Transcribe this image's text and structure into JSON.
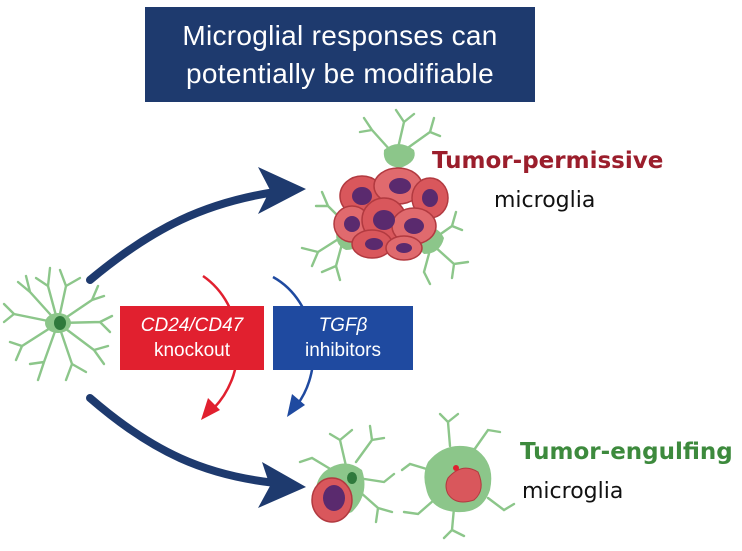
{
  "title": {
    "line1": "Microglial responses can",
    "line2": "potentially be modifiable"
  },
  "outcomes": {
    "permissive": {
      "heading": "Tumor-permissive",
      "sub": "microglia"
    },
    "engulfing": {
      "heading": "Tumor-engulfing",
      "sub": "microglia"
    }
  },
  "interventions": {
    "red": {
      "line1": "CD24/CD47",
      "line2": "knockout"
    },
    "blue": {
      "line1": "TGFβ",
      "line2": "inhibitors"
    }
  },
  "colors": {
    "navy": "#1e3a6e",
    "red": "#e1202f",
    "blue": "#1f4aa0",
    "microglia_green": "#8cc68a",
    "nucleus_green": "#2f7a3c",
    "tumor_red": "#d9575c",
    "tumor_nucleus": "#5a2a6e",
    "permissive_text": "#9b1e2c",
    "engulfing_text": "#3d8a3d"
  },
  "icons": [
    "resting-microglia-icon",
    "tumor-cluster-icon",
    "engulfing-microglia-icon",
    "arrow-icon"
  ]
}
